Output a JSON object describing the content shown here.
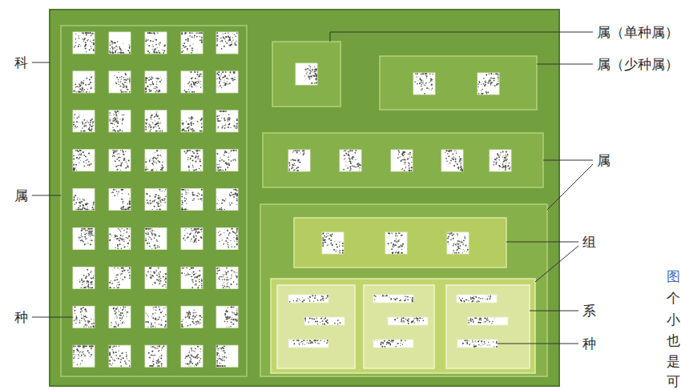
{
  "diagram": {
    "labels": [
      "科",
      "属",
      "种",
      "属（单种属）",
      "属（少种属）",
      "属",
      "组",
      "系",
      "种",
      "图",
      "个",
      "小",
      "也",
      "是",
      "可"
    ]
  }
}
